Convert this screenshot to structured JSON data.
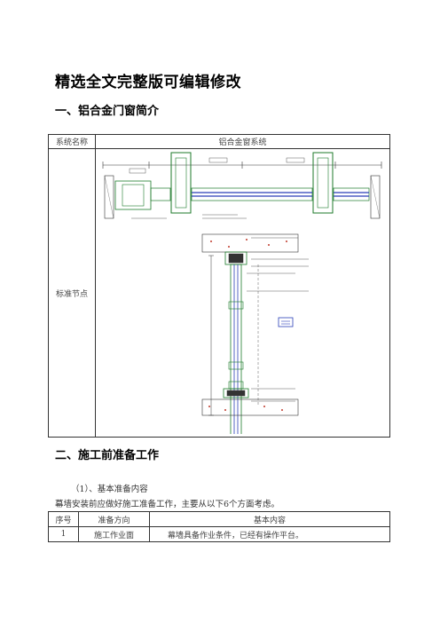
{
  "document": {
    "title": "精选全文完整版可编辑修改",
    "section1": {
      "heading": "一、铝合金门窗简介",
      "table": {
        "header_label": "系统名称",
        "header_value": "铝合金窗系统",
        "row_label": "标准节点"
      }
    },
    "section2": {
      "heading": "二、施工前准备工作",
      "sub_heading": "（1）、基本准备内容",
      "intro": "幕墙安装前应做好施工准备工作，主要从以下6个方面考虑。",
      "table": {
        "headers": [
          "序号",
          "准备方向",
          "基本内容"
        ],
        "rows": [
          [
            "1",
            "施工作业面",
            "幕墙具备作业条件，已经有操作平台。"
          ]
        ]
      }
    }
  },
  "colors": {
    "frame_green": "#1c7a2a",
    "glass_blue": "#2a3fb8",
    "dim_line": "#333333",
    "concrete_red": "#c0392b"
  }
}
